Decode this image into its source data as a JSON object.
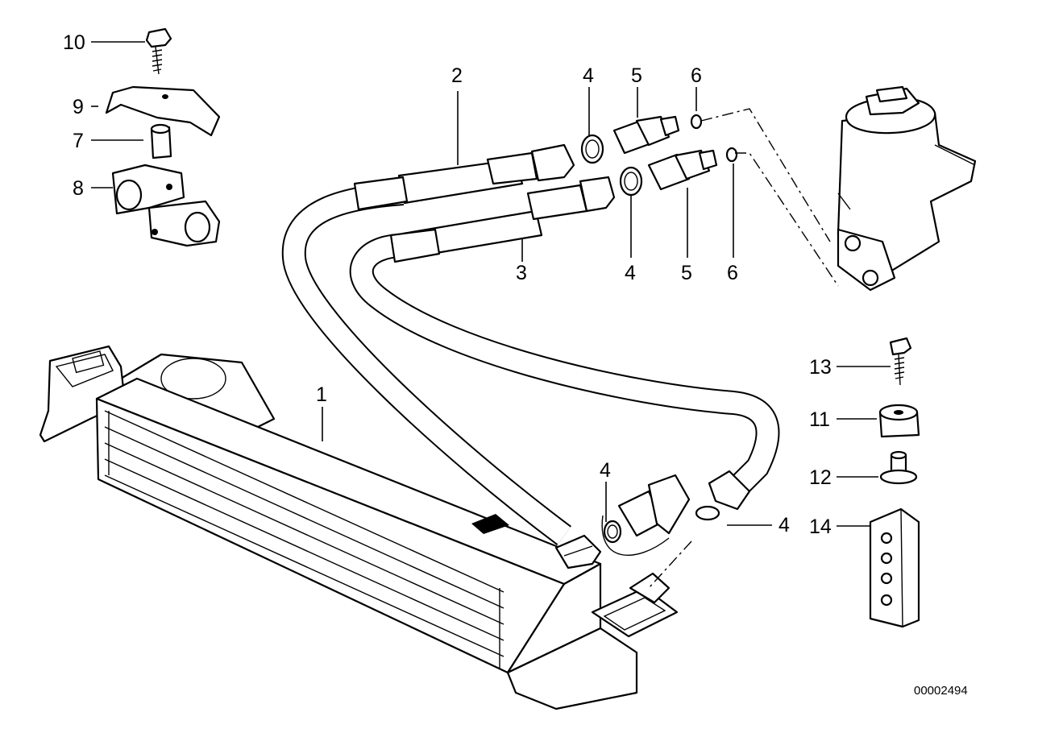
{
  "diagram": {
    "id": "00002494",
    "labels": {
      "l1": "1",
      "l2": "2",
      "l3": "3",
      "l4a": "4",
      "l4b": "4",
      "l4c": "4",
      "l4d": "4",
      "l5a": "5",
      "l5b": "5",
      "l6a": "6",
      "l6b": "6",
      "l7": "7",
      "l8": "8",
      "l9": "9",
      "l10": "10",
      "l11": "11",
      "l12": "12",
      "l13": "13",
      "l14": "14"
    },
    "parts": [
      "oil-cooler",
      "hose-upper",
      "hose-lower",
      "sealing-ring",
      "hollow-bolt",
      "o-ring",
      "spacer-sleeve",
      "hose-clamp",
      "bracket",
      "hex-bolt",
      "rubber-mount",
      "sleeve-washer",
      "mounting-bolt",
      "holder-strip"
    ]
  }
}
